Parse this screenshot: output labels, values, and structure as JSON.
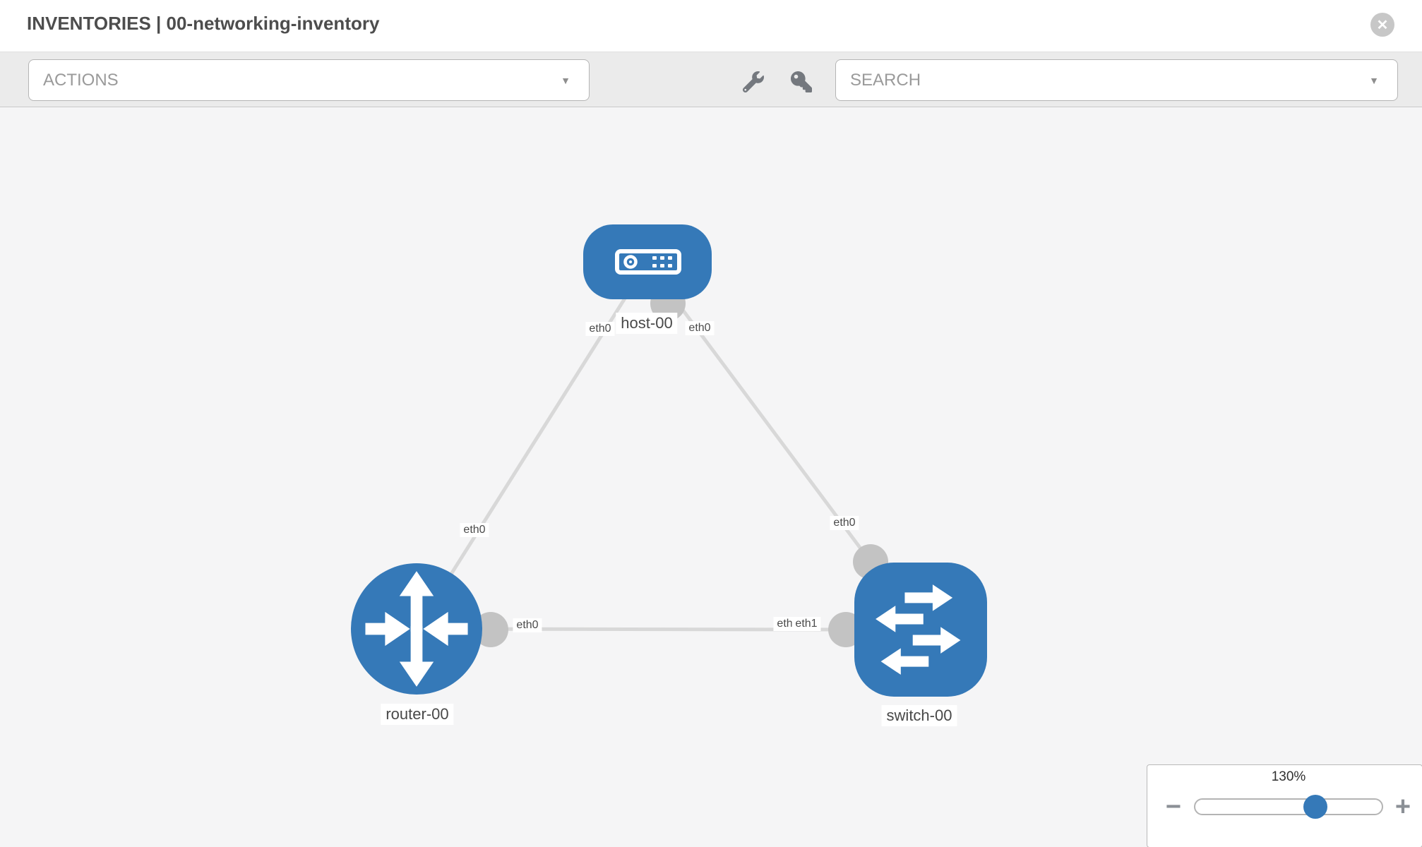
{
  "header": {
    "title": "INVENTORIES | 00-networking-inventory"
  },
  "icons": {
    "close": "✕",
    "caret": "▼",
    "minus": "−",
    "plus": "+",
    "wrench": "wrench-icon",
    "key": "key-icon"
  },
  "toolbar": {
    "actions_label": "ACTIONS",
    "search_label": "SEARCH"
  },
  "topology": {
    "nodes": [
      {
        "id": "host-00",
        "type": "host",
        "label": "host-00"
      },
      {
        "id": "router-00",
        "type": "router",
        "label": "router-00"
      },
      {
        "id": "switch-00",
        "type": "switch",
        "label": "switch-00"
      }
    ],
    "links": [
      {
        "from": "host-00",
        "to": "router-00",
        "from_iface": "eth0",
        "to_iface": "eth0"
      },
      {
        "from": "host-00",
        "to": "switch-00",
        "from_iface": "eth0",
        "to_iface": "eth0"
      },
      {
        "from": "router-00",
        "to": "switch-00",
        "from_iface": "eth0",
        "to_iface": "eth1",
        "to_iface_overlap": "eth0"
      }
    ]
  },
  "zoom_control": {
    "level": "130%"
  },
  "colors": {
    "node_blue": "#3579b8",
    "link_gray": "#d8d8d8",
    "iface_gray": "#c3c3c3"
  }
}
